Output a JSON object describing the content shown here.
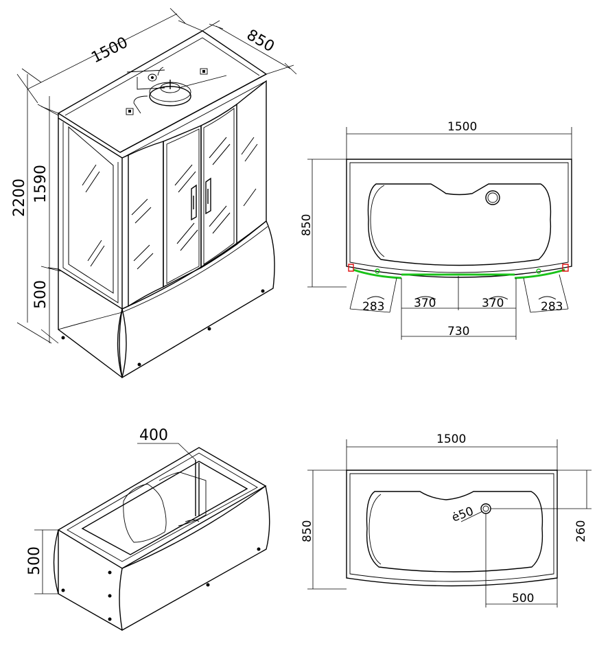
{
  "view_3d_cabin": {
    "width": "1500",
    "depth": "850",
    "height_total": "2200",
    "height_upper": "1590",
    "height_base": "500"
  },
  "view_top_cabin": {
    "width": "1500",
    "depth": "850",
    "corner_left": "283",
    "door_left": "370",
    "door_right": "370",
    "corner_right": "283",
    "opening": "730"
  },
  "view_3d_tub": {
    "inner_depth": "400",
    "height": "500"
  },
  "view_top_tub": {
    "width": "1500",
    "depth": "850",
    "drain_diameter": "ė50",
    "drain_offset_y": "260",
    "drain_offset_x": "500"
  },
  "colors": {
    "line": "#000000",
    "door_track": "#19c219",
    "corner_marker": "#e01010"
  }
}
